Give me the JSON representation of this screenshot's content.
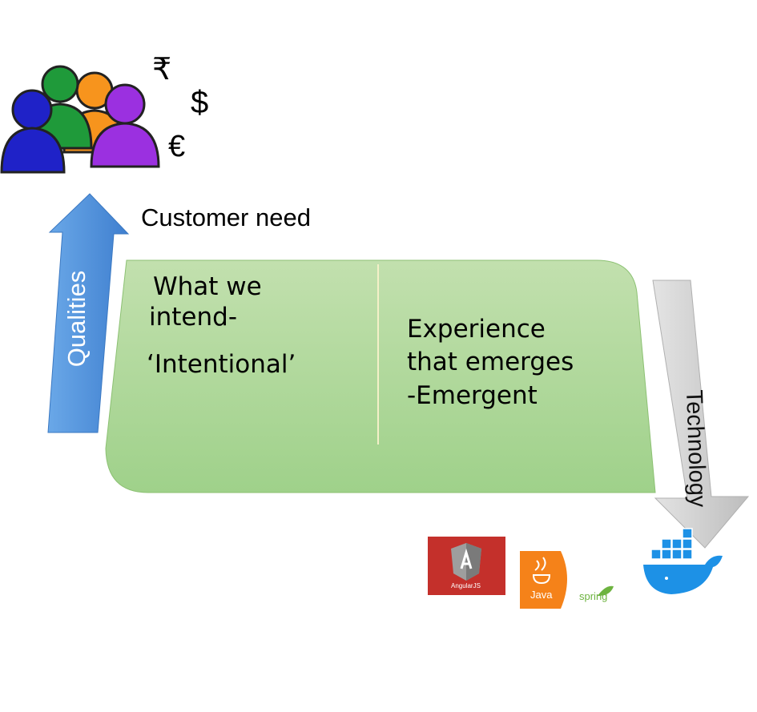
{
  "customer": {
    "label": "Customer need",
    "currencies": [
      "₹",
      "$",
      "€"
    ],
    "icon": "people-group-icon"
  },
  "arrows": {
    "qualities": {
      "label": "Qualities",
      "color": "#4a8fd6"
    },
    "technology": {
      "label": "Technology",
      "color": "#c8c8c8"
    }
  },
  "panel": {
    "fill": "#b5d89f",
    "left_lines": [
      "What we",
      "intend-",
      "‘Intentional’"
    ],
    "right_lines": [
      "Experience",
      "that emerges",
      "-Emergent"
    ]
  },
  "logos": {
    "angular": {
      "text": "AngularJS",
      "color": "#c4302b"
    },
    "java": {
      "text": "Java",
      "color": "#f58219"
    },
    "spring": {
      "text": "spring",
      "color": "#6db33f"
    },
    "docker": {
      "icon": "docker-whale-icon",
      "color": "#1d91e6"
    }
  }
}
